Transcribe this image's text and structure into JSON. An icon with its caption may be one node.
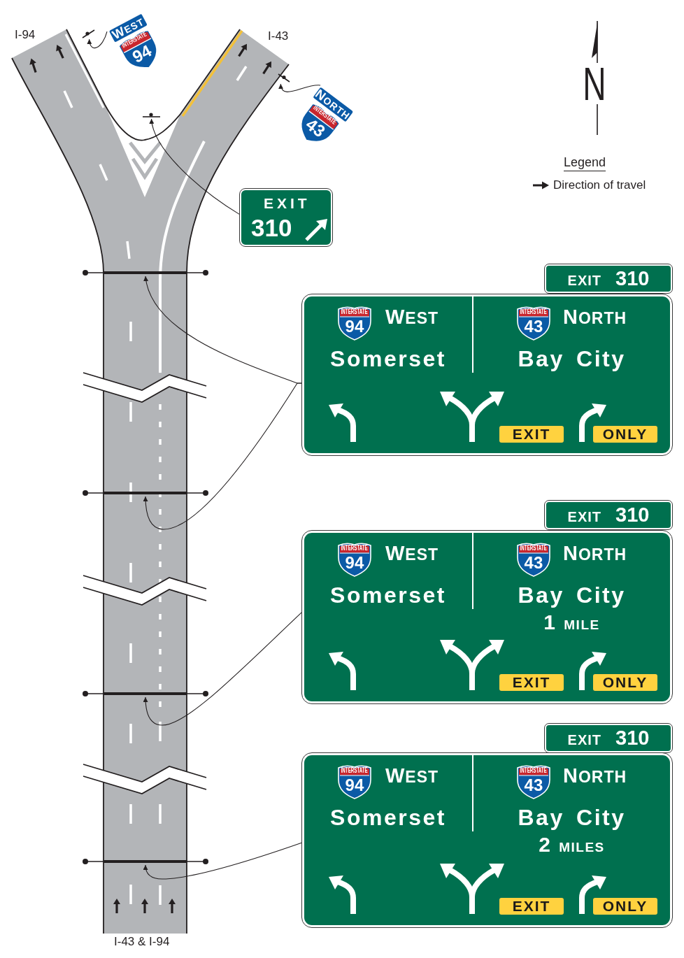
{
  "diagram": {
    "nodes": [
      {
        "text": [
          "WEST",
          "INTERSTATE",
          "94"
        ]
      },
      {
        "text": [
          "NORTH",
          "INTERSTATE",
          "43"
        ]
      },
      {
        "text": [],
        "shape": "bar"
      },
      {
        "text": [],
        "shape": "bar"
      },
      {
        "text": [
          "EXIT",
          "310"
        ]
      },
      {
        "text": [],
        "shape": "bar"
      },
      {
        "text": [],
        "shape": "bar"
      },
      {
        "text": [
          "EXIT",
          "310"
        ]
      },
      {
        "text": [
          "WEST",
          "Somerset",
          "NORTH",
          "Bay City"
        ]
      },
      {
        "text": [
          "INTERSTATE",
          "94"
        ],
        "in": 8
      },
      {
        "text": [
          "INTERSTATE",
          "43"
        ],
        "in": 8
      },
      {
        "text": [
          "EXIT"
        ],
        "in": 8
      },
      {
        "text": [
          "ONLY"
        ],
        "in": 8
      },
      {
        "text": [],
        "shape": "bar"
      },
      {
        "text": [
          "EXIT",
          "310"
        ]
      },
      {
        "text": [
          "WEST",
          "Somerset",
          "NORTH",
          "Bay City",
          "1 MILE"
        ]
      },
      {
        "text": [
          "INTERSTATE",
          "94"
        ],
        "in": 15
      },
      {
        "text": [
          "INTERSTATE",
          "43"
        ],
        "in": 15
      },
      {
        "text": [
          "EXIT"
        ],
        "in": 15
      },
      {
        "text": [
          "ONLY"
        ],
        "in": 15
      },
      {
        "text": [],
        "shape": "bar"
      },
      {
        "text": [
          "EXIT",
          "310"
        ]
      },
      {
        "text": [
          "WEST",
          "Somerset",
          "NORTH",
          "Bay City",
          "2 MILES"
        ]
      },
      {
        "text": [
          "INTERSTATE",
          "94"
        ],
        "in": 22
      },
      {
        "text": [
          "INTERSTATE",
          "43"
        ],
        "in": 22
      },
      {
        "text": [
          "EXIT"
        ],
        "in": 22
      },
      {
        "text": [
          "ONLY"
        ],
        "in": 22
      },
      {
        "text": [],
        "shape": "bar"
      }
    ],
    "edges": [
      {
        "from": 0,
        "to": 2,
        "arrow": "to"
      },
      {
        "from": 1,
        "to": 3,
        "arrow": "to"
      },
      {
        "from": 4,
        "to": 5,
        "arrow": "to"
      },
      {
        "from": 8,
        "to": 6,
        "arrow": "to"
      },
      {
        "from": 8,
        "to": 13,
        "arrow": "to"
      },
      {
        "from": 15,
        "to": 20,
        "arrow": "to"
      },
      {
        "from": 22,
        "to": 27,
        "arrow": "to"
      }
    ],
    "labels": [
      "I-94",
      "I-43",
      "N",
      "Legend",
      "I-43 & I-94"
    ],
    "legend": [
      {
        "text": "Direction of travel"
      }
    ]
  }
}
